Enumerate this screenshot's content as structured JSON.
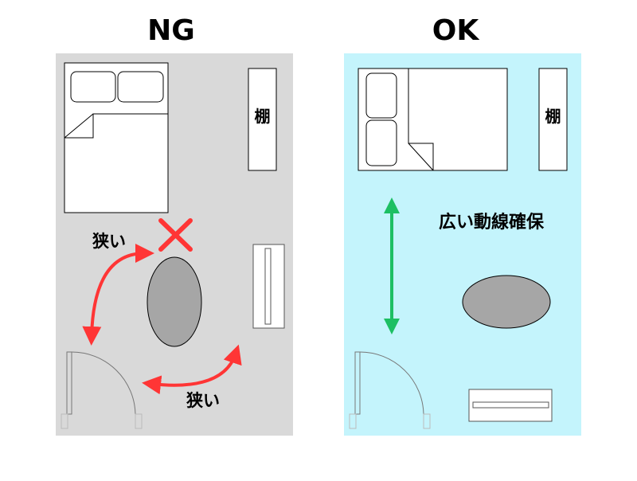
{
  "panels": {
    "ng": {
      "title": "NG",
      "shelf_label": "棚",
      "narrow_label_1": "狭い",
      "narrow_label_2": "狭い"
    },
    "ok": {
      "title": "OK",
      "shelf_label": "棚",
      "wide_label": "広い動線確保"
    }
  },
  "colors": {
    "ng_background": "#d9d9d9",
    "ok_background": "#c4f4fc",
    "bad_arrow": "#ff3535",
    "good_arrow": "#1dbf63",
    "table": "#a6a6a6"
  }
}
